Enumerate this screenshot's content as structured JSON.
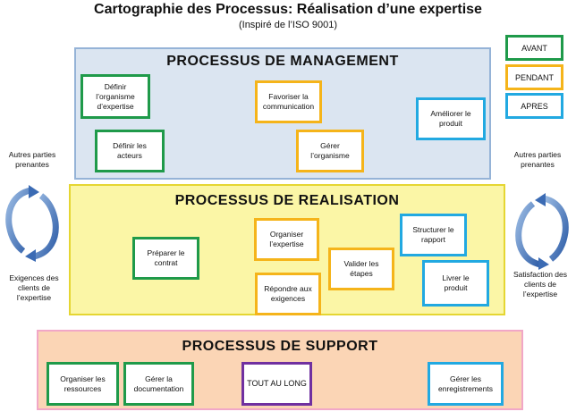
{
  "title": "Cartographie des Processus: Réalisation d’une expertise",
  "subtitle": "(Inspiré de l’ISO 9001)",
  "legend": {
    "avant": "AVANT",
    "pendant": "PENDANT",
    "apres": "APRES"
  },
  "colors": {
    "avant": "#1f9a4a",
    "pendant": "#f5b41a",
    "apres": "#22a9e1",
    "tout": "#7030a0"
  },
  "management": {
    "title": "PROCESSUS  DE  MANAGEMENT",
    "boxes": {
      "definir_organisme": "Définir\nl’organisme\nd’expertise",
      "definir_acteurs": "Définir les\nacteurs",
      "favoriser": "Favoriser la\ncommunication",
      "gerer_organisme": "Gérer\nl’organisme",
      "ameliorer": "Améliorer le\nproduit"
    }
  },
  "realisation": {
    "title": "PROCESSUS  DE  REALISATION",
    "boxes": {
      "preparer": "Préparer le\ncontrat",
      "organiser": "Organiser\nl’expertise",
      "repondre": "Répondre aux\nexigences",
      "valider": "Valider les\nétapes",
      "structurer": "Structurer le\nrapport",
      "livrer": "Livrer le\nproduit"
    }
  },
  "support": {
    "title": "PROCESSUS   DE SUPPORT",
    "boxes": {
      "organiser_ressources": "Organiser les\nressources",
      "gerer_documentation": "Gérer la\ndocumentation",
      "tout_au_long": "TOUT AU LONG",
      "gerer_enregistrements": "Gérer les\nenregistrements"
    }
  },
  "left": {
    "top": "Autres parties\nprenantes",
    "bottom": "Exigences des\nclients de\nl’expertise"
  },
  "right": {
    "top": "Autres parties\nprenantes",
    "bottom": "Satisfaction des\nclients de\nl’expertise"
  }
}
